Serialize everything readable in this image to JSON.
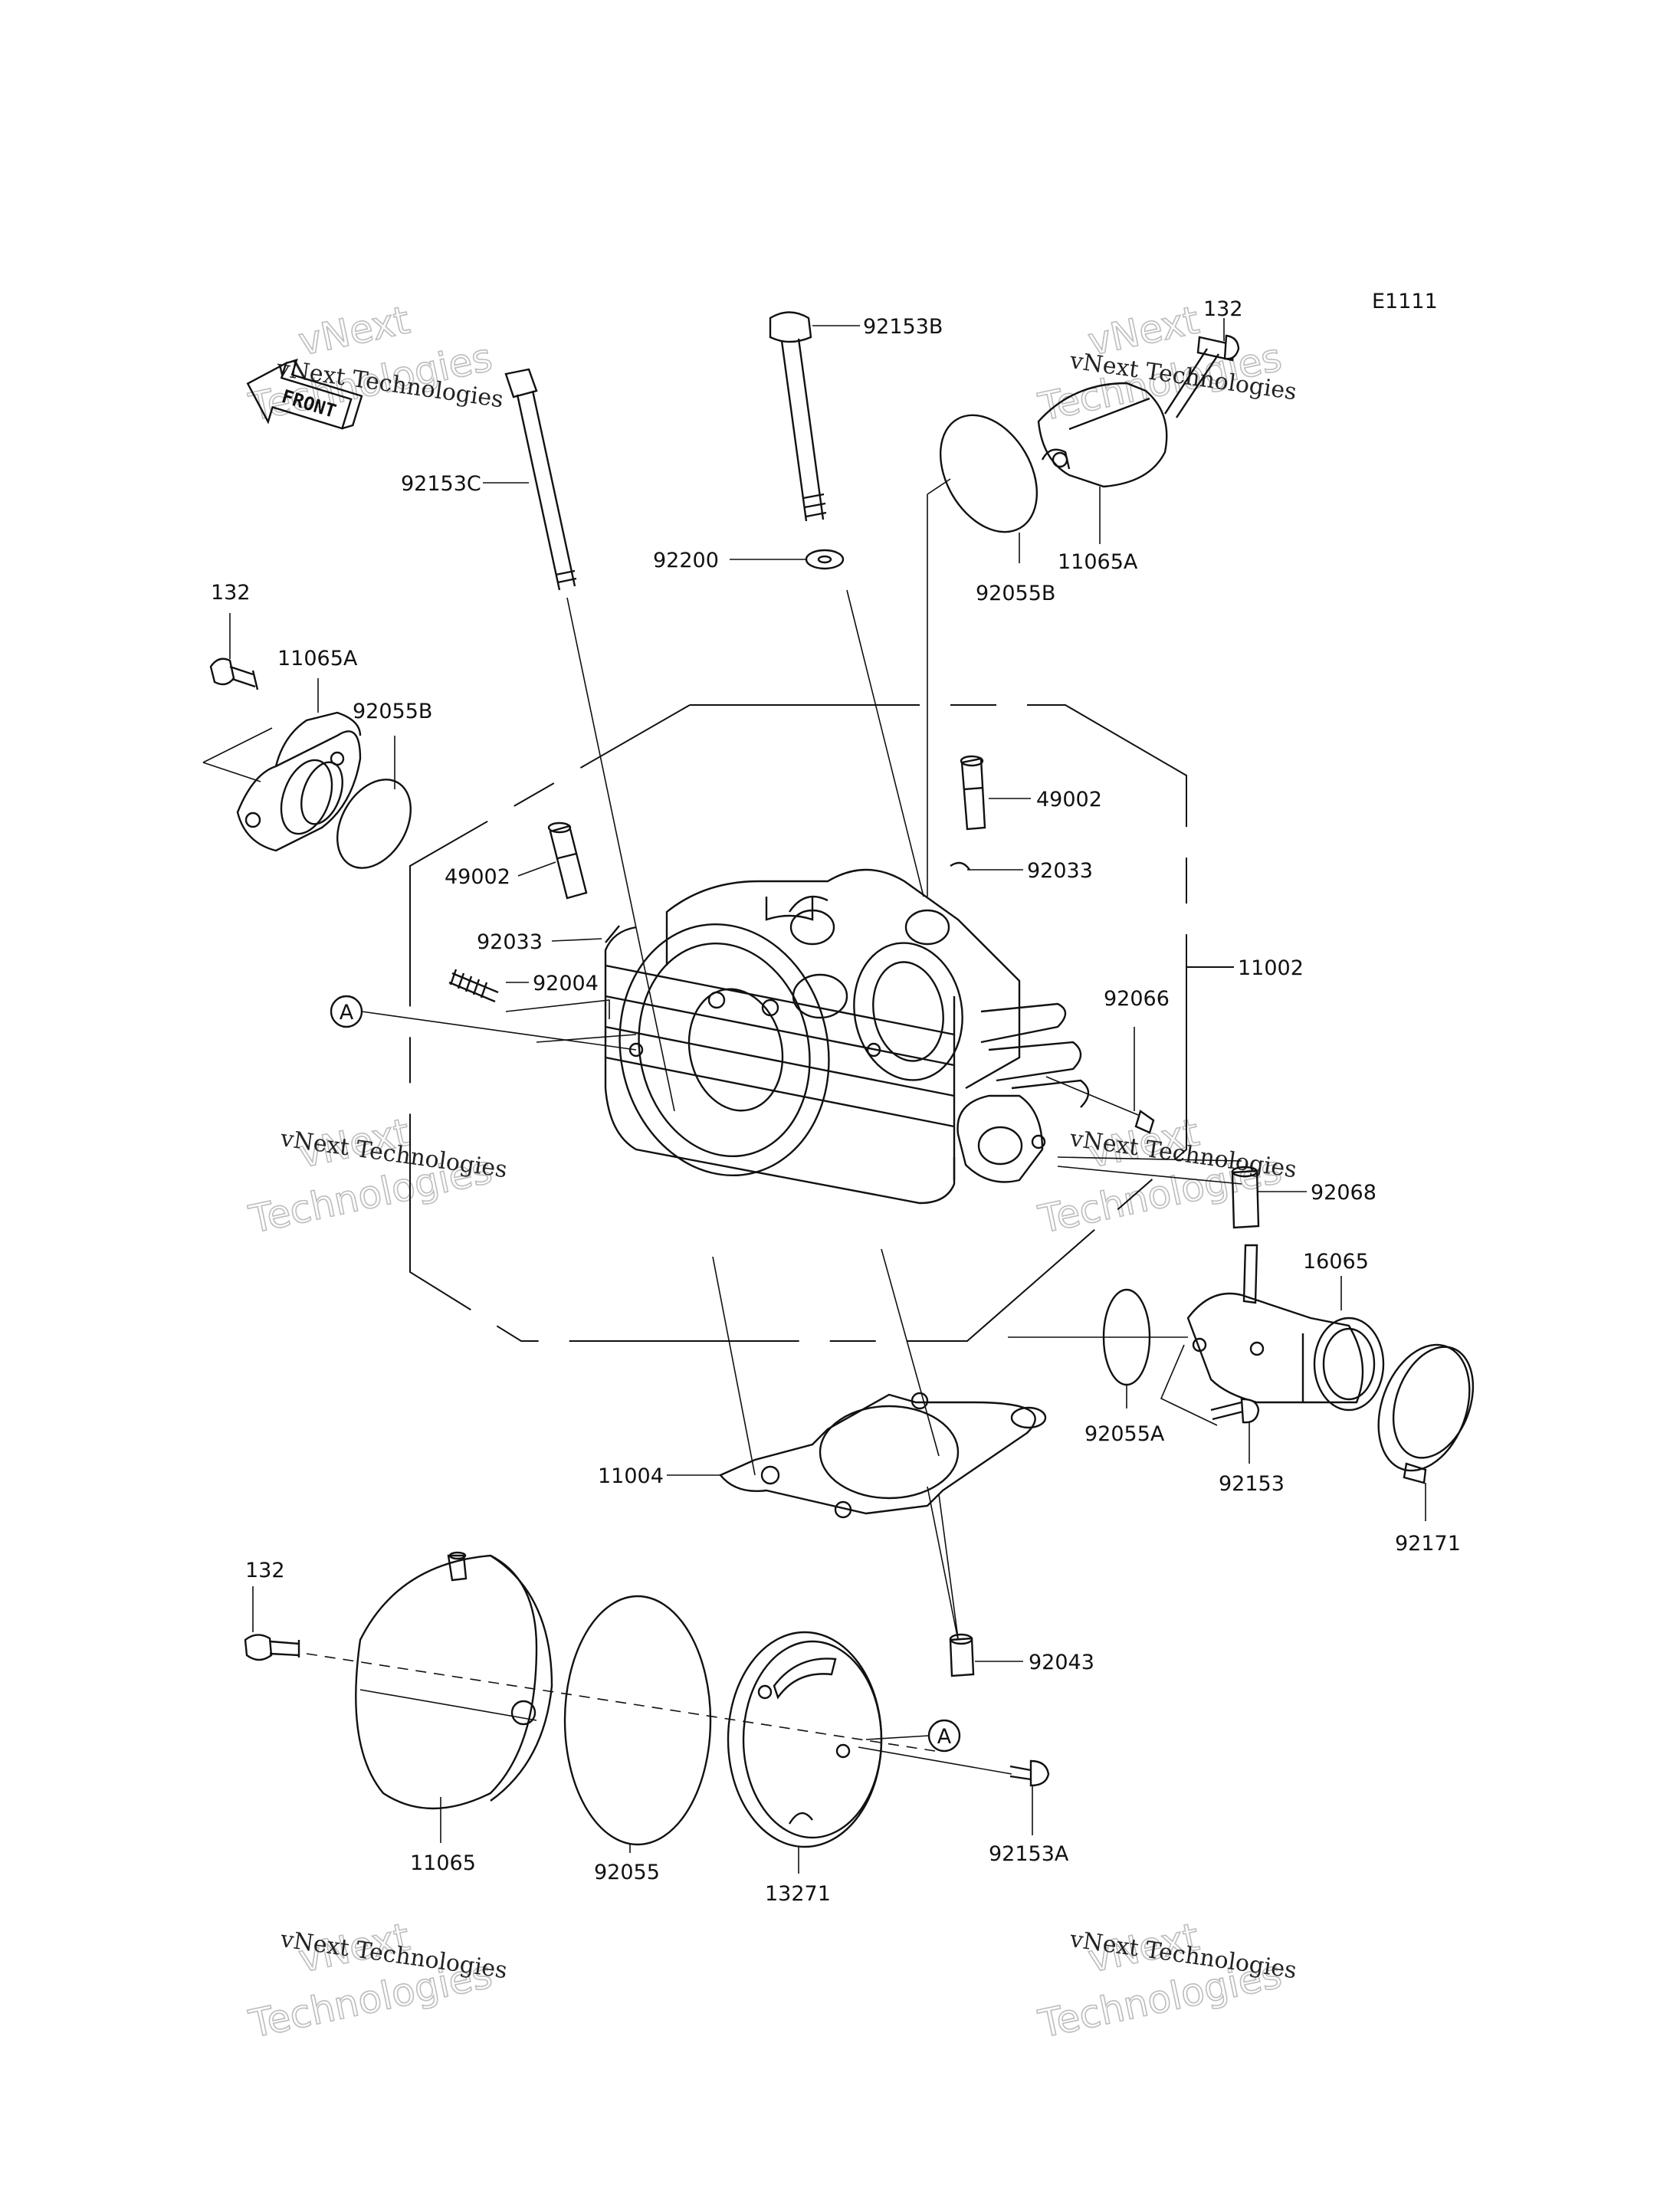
{
  "diagram_code": "E1111",
  "front_arrow_text": "FRONT",
  "callout_circle_letter": "A",
  "watermark": {
    "line1": "vNext Technologies",
    "big_line1": "vNext",
    "big_line2": "Technologies"
  },
  "labels": {
    "p92153C": "92153C",
    "p92153B": "92153B",
    "p132_top": "132",
    "p92200": "92200",
    "p92055B_top": "92055B",
    "p11065A_top": "11065A",
    "p132_left": "132",
    "p11065A_left": "11065A",
    "p92055B_left": "92055B",
    "p49002_right": "49002",
    "p92033_right": "92033",
    "p49002_left": "49002",
    "p92033_left": "92033",
    "p92004": "92004",
    "p11002": "11002",
    "p92066": "92066",
    "p92068": "92068",
    "p16065": "16065",
    "p92055A": "92055A",
    "p92153": "92153",
    "p92171": "92171",
    "p11004": "11004",
    "p132_bottom": "132",
    "p92043": "92043",
    "p11065": "11065",
    "p92055": "92055",
    "p13271": "13271",
    "p92153A": "92153A"
  }
}
